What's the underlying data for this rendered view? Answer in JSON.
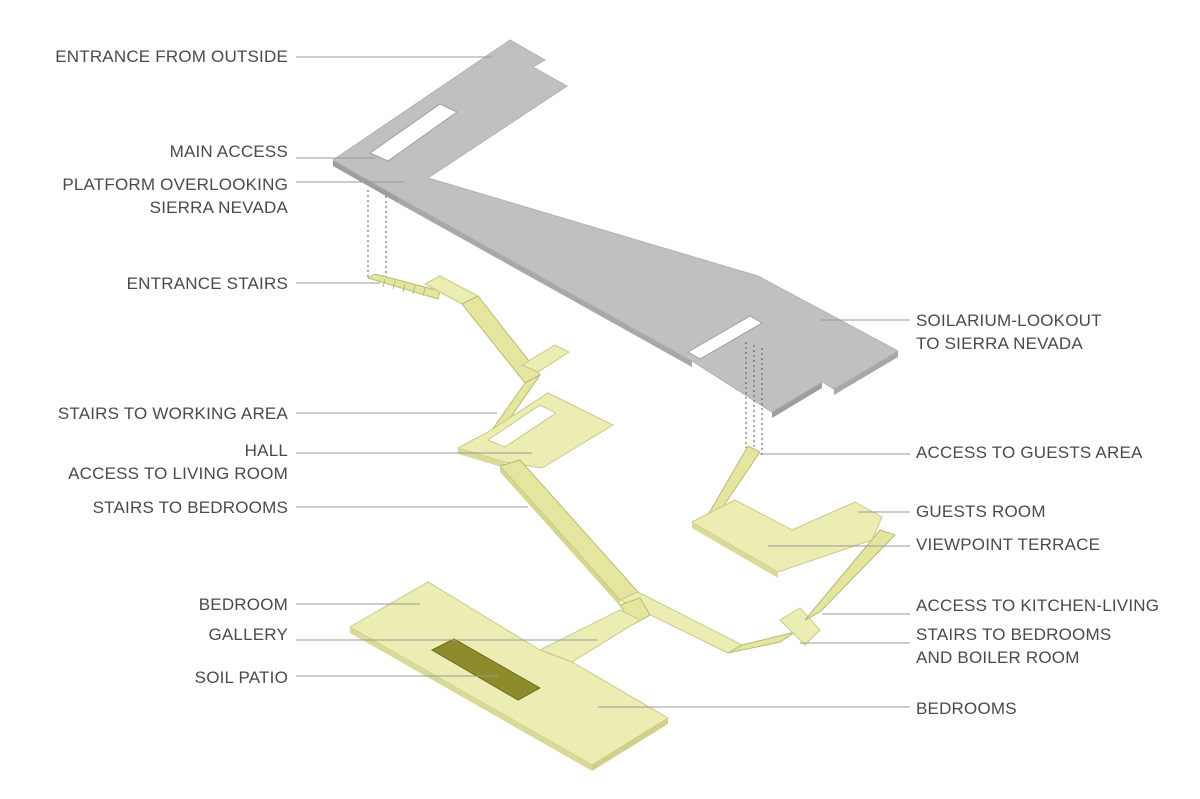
{
  "colors": {
    "grey_top": "#c0c0c0",
    "grey_edge": "#9e9e9e",
    "yellow_top": "#ecedb2",
    "yellow_side": "#d9da98",
    "stair_tread": "#e4e59f",
    "patio": "#8e8c2a",
    "leader": "#9a9a9a",
    "text": "#4a4a4a"
  },
  "labels": {
    "entrance_from_outside": "ENTRANCE FROM OUTSIDE",
    "main_access": "MAIN ACCESS",
    "platform_line1": "PLATFORM OVERLOOKING",
    "platform_line2": "SIERRA NEVADA",
    "entrance_stairs": "ENTRANCE STAIRS",
    "stairs_working_area": "STAIRS TO WORKING AREA",
    "hall_line1": "HALL",
    "hall_line2": "ACCESS TO LIVING ROOM",
    "stairs_bedrooms": "STAIRS TO BEDROOMS",
    "bedroom": "BEDROOM",
    "gallery": "GALLERY",
    "soil_patio": "SOIL PATIO",
    "solarium_line1": "SOILARIUM-LOOKOUT",
    "solarium_line2": "TO SIERRA NEVADA",
    "access_guests": "ACCESS TO GUESTS AREA",
    "guests_room": "GUESTS ROOM",
    "viewpoint_terrace": "VIEWPOINT TERRACE",
    "access_kitchen": "ACCESS TO KITCHEN-LIVING",
    "stairs_boiler_line1": "STAIRS TO BEDROOMS",
    "stairs_boiler_line2": "AND BOILER ROOM",
    "bedrooms": "BEDROOMS"
  }
}
